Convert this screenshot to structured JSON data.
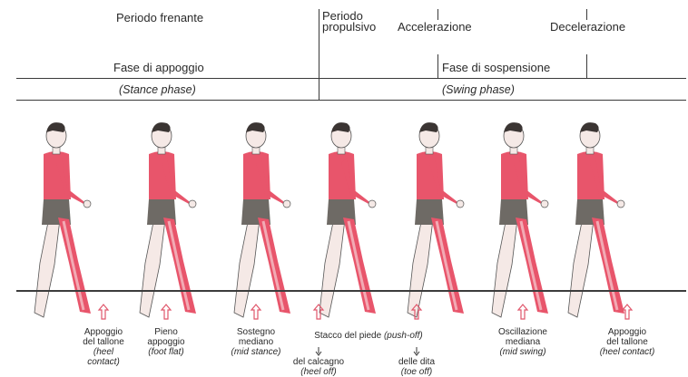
{
  "header": {
    "periodo_frenante": "Periodo frenante",
    "periodo_propulsivo": "Periodo propulsivo",
    "accelerazione": "Accelerazione",
    "decelerazione": "Decelerazione",
    "fase_appoggio": "Fase di appoggio",
    "fase_sospensione": "Fase di sospensione",
    "stance_phase": "(Stance phase)",
    "swing_phase": "(Swing phase)"
  },
  "colors": {
    "body": "#e8556b",
    "bone": "#f2aab4",
    "shorts": "#6e6a65",
    "hair": "#3b3533",
    "ground": "#3c3c3c",
    "arrow": "#e0566b"
  },
  "captions": [
    {
      "l1": "Appoggio",
      "l2": "del tallone",
      "l3": "(heel",
      "l4": "contact)"
    },
    {
      "l1": "Pieno",
      "l2": "appoggio",
      "l3": "(foot flat)"
    },
    {
      "l1": "Sostegno",
      "l2": "mediano",
      "l3": "(mid stance)"
    },
    {
      "l1": "Stacco del piede",
      "l1i": "(push-off)",
      "sub1": "del calcagno",
      "sub1i": "(heel off)",
      "sub2": "delle dita",
      "sub2i": "(toe off)"
    },
    {
      "l1": "Oscillazione",
      "l2": "mediana",
      "l3": "(mid swing)"
    },
    {
      "l1": "Appoggio",
      "l2": "del tallone",
      "l3": "(heel contact)"
    }
  ]
}
